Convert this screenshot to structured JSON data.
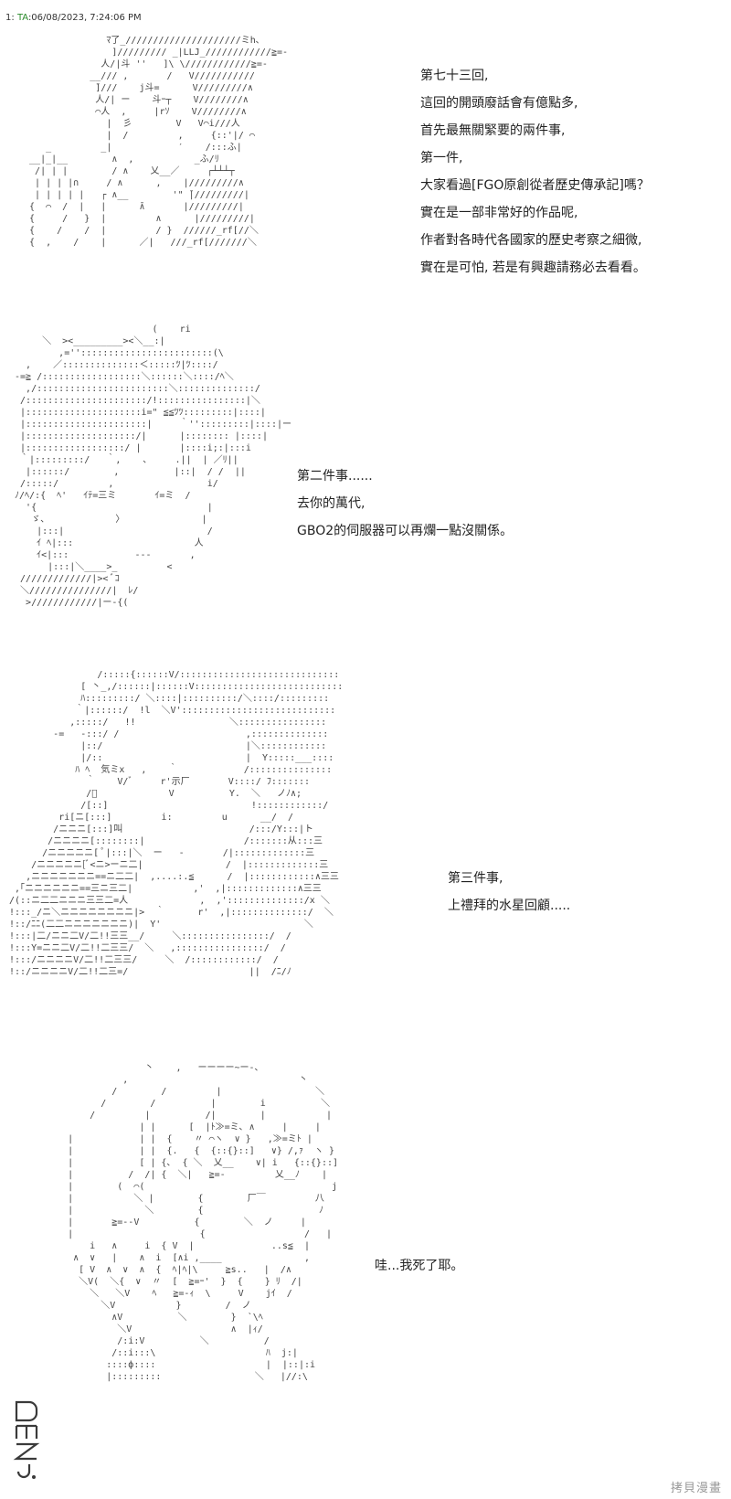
{
  "header": {
    "post_number": "1",
    "poster_name": "TA",
    "timestamp": ":06/08/2023, 7:24:06 PM"
  },
  "panels": [
    {
      "lines": [
        "第七十三回,",
        "這回的開頭廢話會有億點多,",
        "首先最無關緊要的兩件事,",
        "第一件,",
        "大家看過[FGO原創從者歷史傳承記]嗎？",
        "實在是一部非常好的作品呢,",
        "作者對各時代各國家的歷史考察之細微,",
        "實在是可怕, 若是有興趣請務必去看看。"
      ]
    },
    {
      "lines": [
        "第二件事......",
        "去你的萬代,",
        "GBO2的伺服器可以再爛一點沒關係。"
      ]
    },
    {
      "lines": [
        "第三件事,",
        "上禮拜的水星回顧....."
      ]
    },
    {
      "lines": [
        "哇...我死了耶。"
      ]
    }
  ],
  "logo": {
    "text": "DMZJ",
    "color": "#3a3a3a"
  },
  "watermark": "拷貝漫畫"
}
